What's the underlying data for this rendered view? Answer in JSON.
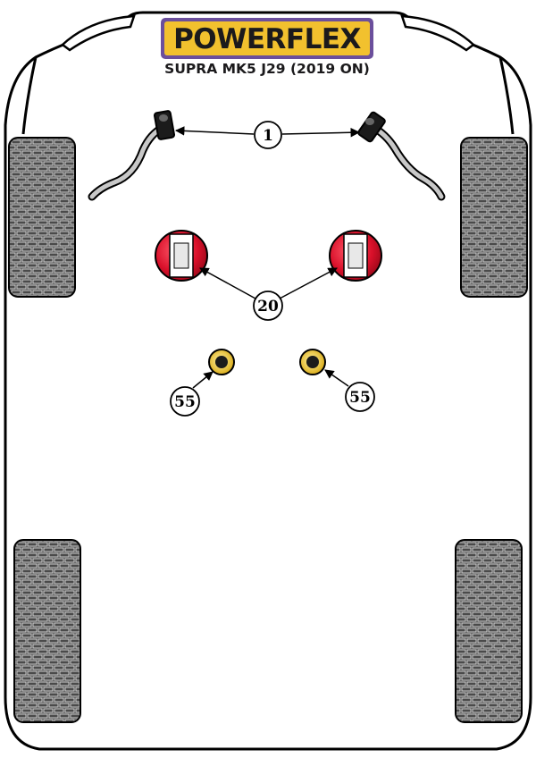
{
  "logo": {
    "text": "POWERFLEX",
    "bg_color": "#6b4f9c",
    "fg_color": "#f2c12e"
  },
  "subtitle": "SUPRA MK5 J29 (2019 ON)",
  "callouts": {
    "front_anti_roll_bar": "1",
    "front_bushes": "20",
    "rear_mounts": "55"
  },
  "colors": {
    "outline": "#000000",
    "tyre_fill": "#4a4a4a",
    "bush_red": "#d9102a",
    "bush_yellow": "#f0c419",
    "bar_grey": "#c8c8c8"
  }
}
